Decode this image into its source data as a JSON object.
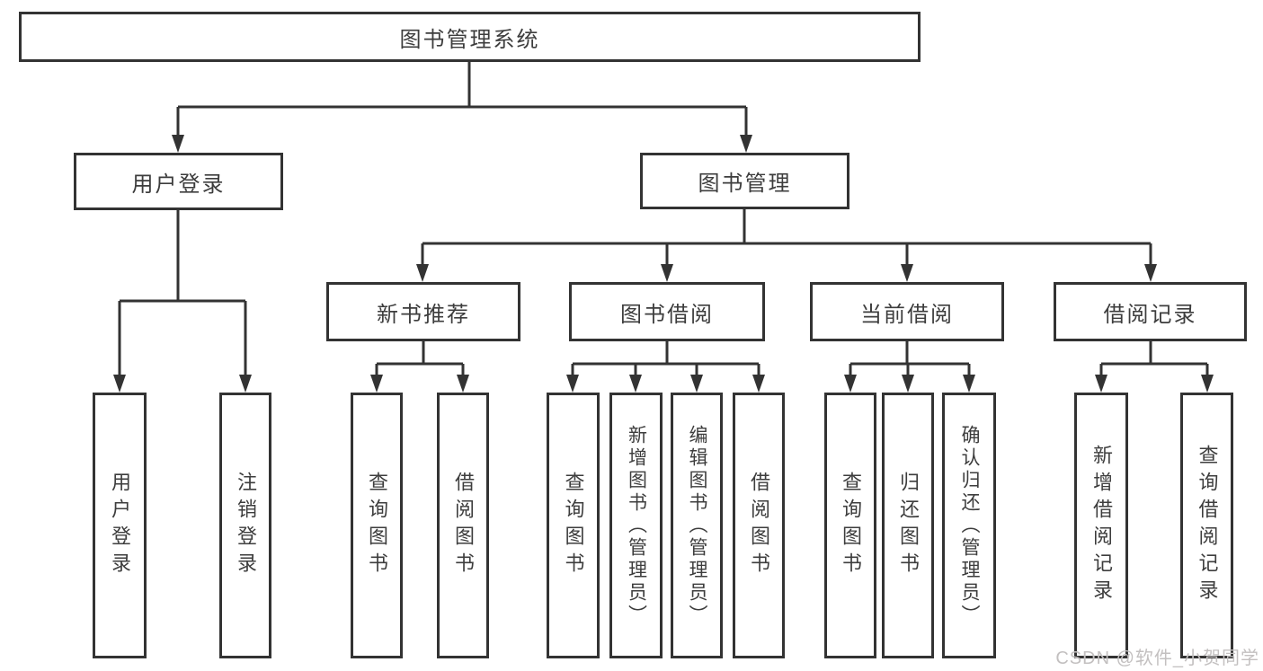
{
  "tree": {
    "label": "图书管理系统",
    "children": [
      {
        "label": "用户登录",
        "children": [
          {
            "label": "用户登录"
          },
          {
            "label": "注销登录"
          }
        ]
      },
      {
        "label": "图书管理",
        "children": [
          {
            "label": "新书推荐",
            "children": [
              {
                "label": "查询图书"
              },
              {
                "label": "借阅图书"
              }
            ]
          },
          {
            "label": "图书借阅",
            "children": [
              {
                "label": "查询图书"
              },
              {
                "label": "新增图书（管理员）"
              },
              {
                "label": "编辑图书（管理员）"
              },
              {
                "label": "借阅图书"
              }
            ]
          },
          {
            "label": "当前借阅",
            "children": [
              {
                "label": "查询图书"
              },
              {
                "label": "归还图书"
              },
              {
                "label": "确认归还（管理员）"
              }
            ]
          },
          {
            "label": "借阅记录",
            "children": [
              {
                "label": "新增借阅记录"
              },
              {
                "label": "查询借阅记录"
              }
            ]
          }
        ]
      }
    ]
  },
  "watermark": {
    "text": "CSDN @软件_小贺同学"
  },
  "colors": {
    "line": "#333333",
    "box_border": "#333333",
    "text": "#3d3d3d",
    "watermark": "#c3c0c0",
    "background": "#ffffff"
  }
}
